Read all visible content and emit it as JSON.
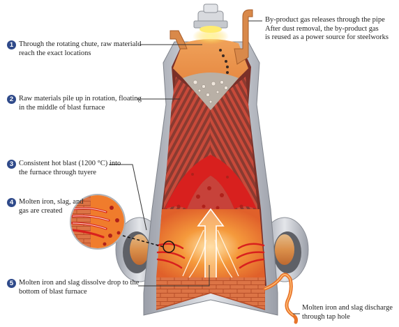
{
  "steps": [
    {
      "number": "1",
      "line1": "Through the rotating chute, raw materiald",
      "line2": "reach the exact locations"
    },
    {
      "number": "2",
      "line1": "Raw materials pile up in rotation, floating",
      "line2": "in the middle of blast furnace"
    },
    {
      "number": "3",
      "line1": "Consistent hot blast (1200 °C) into",
      "line2": "the furnace through tuyere"
    },
    {
      "number": "4",
      "line1": "Molten iron, slag, and",
      "line2": "gas are created"
    },
    {
      "number": "5",
      "line1": "Molten iron and slag dissolve drop to the",
      "line2": "bottom of blast furnace"
    }
  ],
  "notes": {
    "gas": {
      "line1": "By-product gas releases through the pipe",
      "line2": "After dust removal, the by-product gas",
      "line3": "is reused as a power source for steelworks"
    },
    "tap": {
      "line1": "Molten iron and slag discharge",
      "line2": "through tap hole"
    }
  },
  "colors": {
    "badge": "#2f4a8a",
    "shell": "#b9bcc3",
    "refractory": "#c45a3c",
    "molten": "#d8201e",
    "hot_orange": "#f07c2c",
    "brick": "#d8693e"
  }
}
